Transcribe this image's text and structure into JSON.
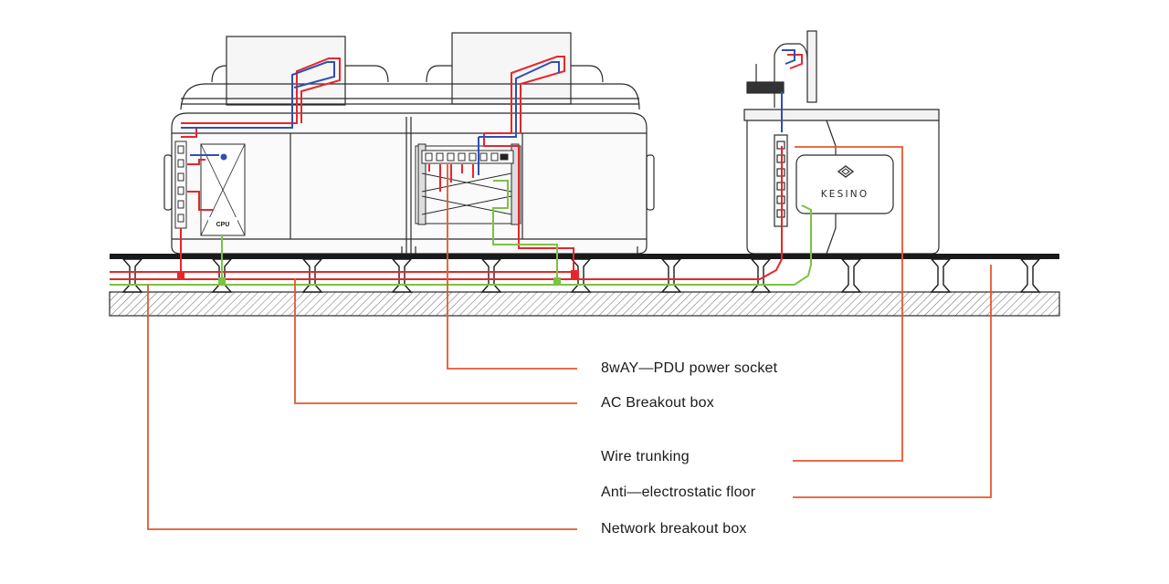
{
  "colors": {
    "power": "#e8262a",
    "signal": "#2f4fb5",
    "network": "#7cc243",
    "leader": "#e4572e",
    "outline": "#2b2b2b"
  },
  "equipment": {
    "cpu_label": "CPU",
    "brand": "KESINO"
  },
  "callouts": [
    {
      "id": "pdu",
      "label": "8wAY—PDU power socket"
    },
    {
      "id": "ac",
      "label": "AC Breakout box"
    },
    {
      "id": "trunking",
      "label": "Wire trunking"
    },
    {
      "id": "floor",
      "label": "Anti—electrostatic floor"
    },
    {
      "id": "network",
      "label": "Network breakout box"
    }
  ]
}
